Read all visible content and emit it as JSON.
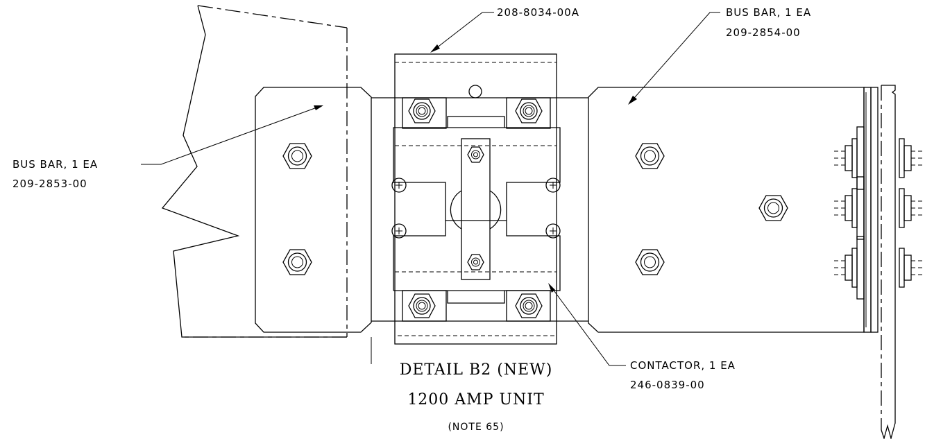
{
  "callouts": {
    "top_part": "208-8034-00A",
    "right_bus_name": "BUS BAR, 1 EA",
    "right_bus_part": "209-2854-00",
    "left_bus_name": "BUS BAR, 1 EA",
    "left_bus_part": "209-2853-00",
    "contactor_name": "CONTACTOR, 1 EA",
    "contactor_part": "246-0839-00"
  },
  "title": {
    "line1": "DETAIL B2 (NEW)",
    "line2": "1200 AMP UNIT",
    "note": "(NOTE 65)"
  }
}
